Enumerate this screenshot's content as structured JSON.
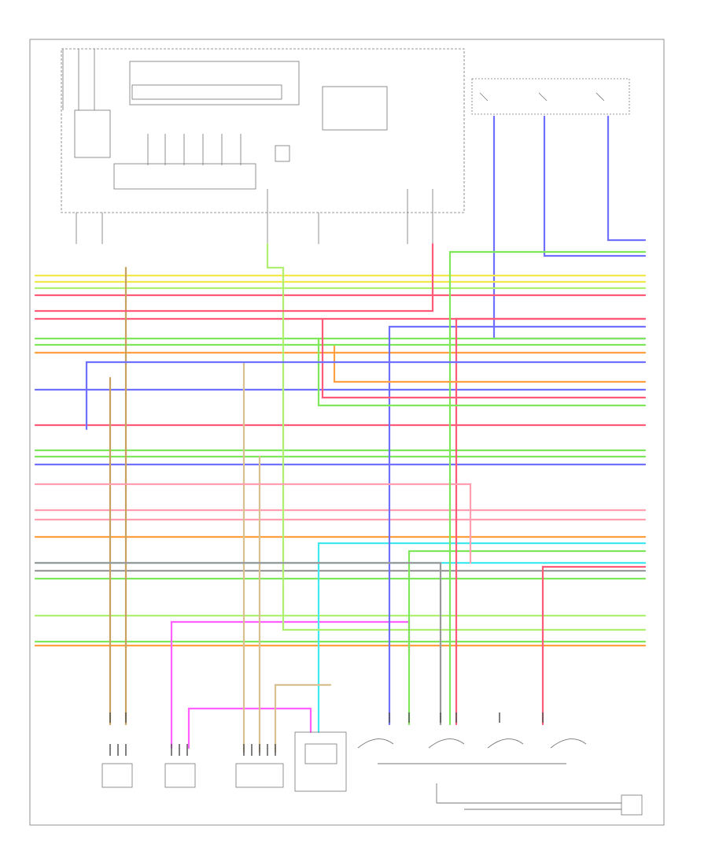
{
  "page_id": "",
  "colors": {
    "yellow": "#f2e84a",
    "red": "#ff5a78",
    "pink": "#ff9fb0",
    "green": "#7ee85a",
    "blue": "#7070ff",
    "orange": "#ffa040",
    "cyan": "#40e8f0",
    "magenta": "#ff60ff",
    "brown": "#c8a060",
    "gray": "#9a9a9a",
    "lightgreen": "#b0f070"
  },
  "wires": [
    {
      "color": "yellow"
    },
    {
      "color": "yellow"
    },
    {
      "color": "lightgreen"
    },
    {
      "color": "red"
    },
    {
      "color": "red"
    },
    {
      "color": "green"
    },
    {
      "color": "green"
    },
    {
      "color": "orange"
    },
    {
      "color": "blue"
    },
    {
      "color": "red"
    },
    {
      "color": "green"
    },
    {
      "color": "green"
    },
    {
      "color": "blue"
    },
    {
      "color": "pink"
    },
    {
      "color": "pink"
    },
    {
      "color": "orange"
    },
    {
      "color": "cyan"
    },
    {
      "color": "gray"
    },
    {
      "color": "green"
    },
    {
      "color": "lightgreen"
    },
    {
      "color": "green"
    },
    {
      "color": "orange"
    }
  ]
}
